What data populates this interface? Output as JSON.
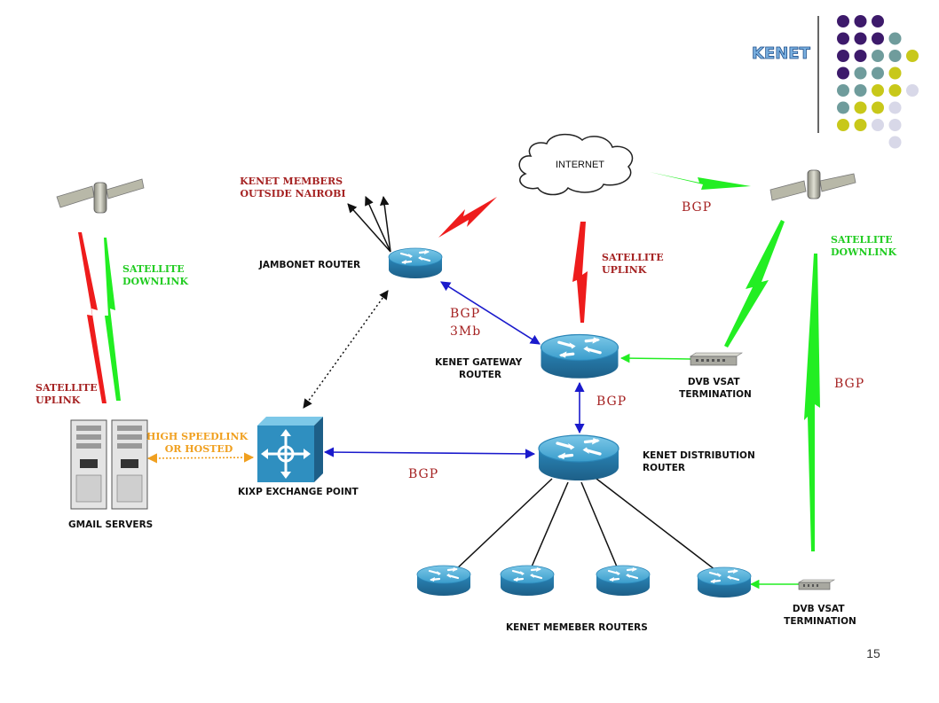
{
  "brand": {
    "logo_text": "KENET",
    "dot_colors": {
      "purple": "#3d1a6b",
      "teal": "#6f9c9c",
      "lime": "#c8c81a",
      "pale": "#d8d8e8"
    }
  },
  "page_number": "15",
  "nodes": {
    "internet": "INTERNET",
    "members_outside": [
      "KENET MEMBERS",
      "OUTSIDE NAIROBI"
    ],
    "jambonet_router": "JAMBONET ROUTER",
    "gateway_router": [
      "KENET GATEWAY",
      "ROUTER"
    ],
    "distribution_router": [
      "KENET DISTRIBUTION",
      "ROUTER"
    ],
    "kixp": "KIXP EXCHANGE POINT",
    "gmail_servers": "GMAIL SERVERS",
    "member_routers": "KENET MEMEBER ROUTERS",
    "dvb_vsat_top": [
      "DVB VSAT",
      "TERMINATION"
    ],
    "dvb_vsat_bottom": [
      "DVB VSAT",
      "TERMINATION"
    ]
  },
  "links": {
    "sat_downlink_left": [
      "SATELLITE",
      "DOWNLINK"
    ],
    "sat_uplink_left": [
      "SATELLITE",
      "UPLINK"
    ],
    "sat_uplink_center": [
      "SATELLITE",
      "UPLINK"
    ],
    "sat_downlink_right": [
      "SATELLITE",
      "DOWNLINK"
    ],
    "high_speed_link": [
      "HIGH SPEEDLINK",
      "OR HOSTED"
    ],
    "bgp_top": "BGP",
    "bgp_jambonet": [
      "BGP",
      "3Mb"
    ],
    "bgp_gateway_dist": "BGP",
    "bgp_kixp": "BGP",
    "bgp_right": "BGP"
  },
  "colors": {
    "router_blue": "#2f8fc0",
    "link_blue": "#1a1acc",
    "link_green": "#22ee22",
    "link_red": "#ee1c1c",
    "link_orange": "#f0a020"
  }
}
